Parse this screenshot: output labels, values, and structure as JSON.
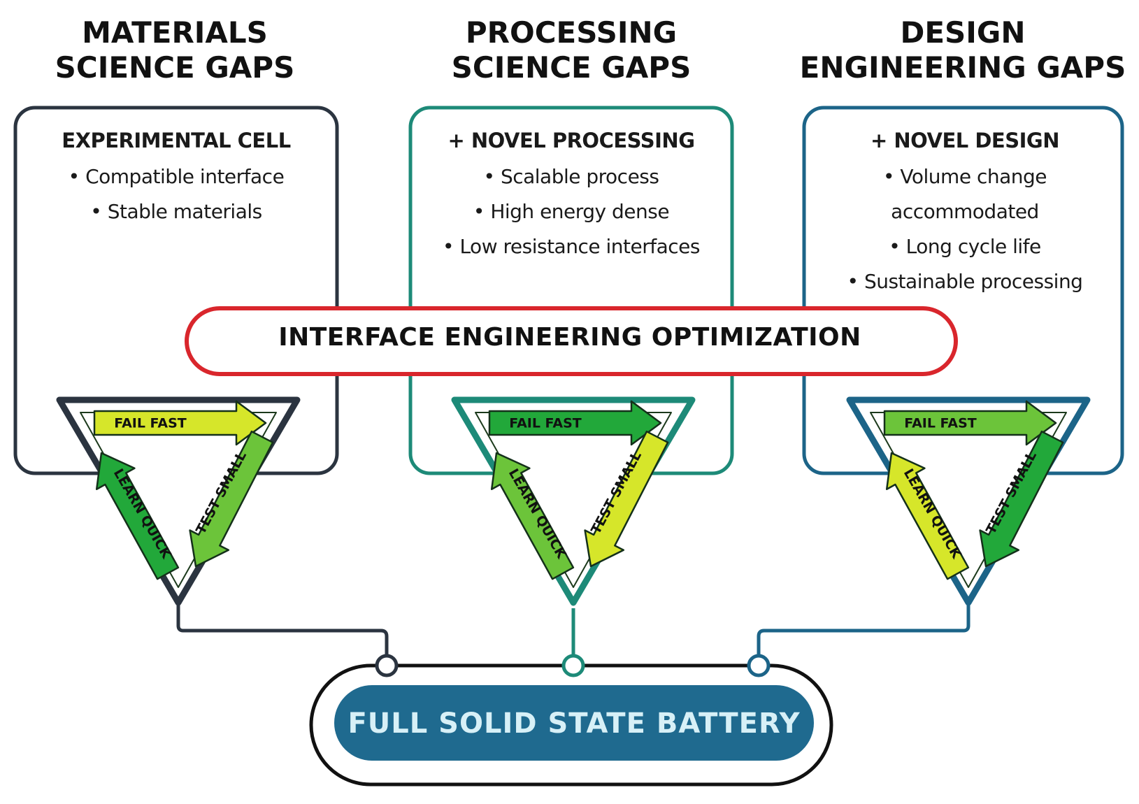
{
  "columns": [
    {
      "title_lines": [
        "MATERIALS",
        "SCIENCE GAPS"
      ],
      "box_heading": "EXPERIMENTAL CELL",
      "bullets": [
        "Compatible interface",
        "Stable materials"
      ],
      "border_color": "#2b3440"
    },
    {
      "title_lines": [
        "PROCESSING",
        "SCIENCE GAPS"
      ],
      "box_heading": "+ NOVEL PROCESSING",
      "bullets": [
        "Scalable process",
        "High energy dense",
        "Low resistance interfaces"
      ],
      "border_color": "#1d8a78"
    },
    {
      "title_lines": [
        "DESIGN",
        "ENGINEERING GAPS"
      ],
      "box_heading": "+ NOVEL DESIGN",
      "bullets": [
        "Volume change accommodated",
        "Long cycle life",
        "Sustainable processing"
      ],
      "border_color": "#1c6488"
    }
  ],
  "interface_label": "INTERFACE ENGINEERING OPTIMIZATION",
  "interface_border_color": "#d9262c",
  "cycle": {
    "fail": "FAIL FAST",
    "test": "TEST SMALL",
    "learn": "LEARN QUICK"
  },
  "battery_label": "FULL SOLID STATE BATTERY",
  "colors": {
    "battery_fill": "#1f6a8f",
    "green_dark": "#22a83a",
    "green_mid": "#6cc43a",
    "yellow_green": "#d6e62a"
  }
}
